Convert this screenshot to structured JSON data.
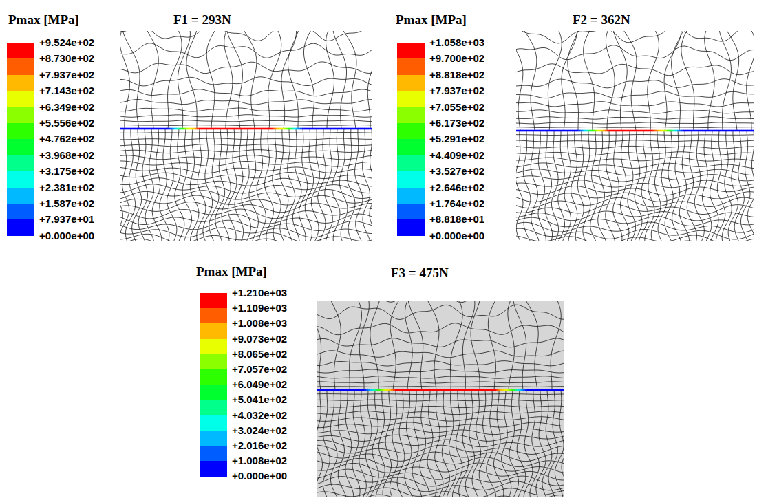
{
  "diagram": {
    "labels": [
      "Pmax [MPa]",
      "F1 = 293N",
      "+0.000e+00",
      "Pmax [MPa]",
      "F2 = 362N",
      "+0.000e+00",
      "Pmax [MPa]",
      "F3 = 475N",
      "+0.000e+00"
    ],
    "legend": [
      {
        "text": "+9.524e+02",
        "color": "#ff0000"
      },
      {
        "text": "+8.730e+02",
        "color": "#ff5d00"
      },
      {
        "text": "+7.937e+02",
        "color": "#ffb900"
      },
      {
        "text": "+7.143e+02",
        "color": "#e8ff00"
      },
      {
        "text": "+6.349e+02",
        "color": "#8bff00"
      },
      {
        "text": "+5.556e+02",
        "color": "#2eff00"
      },
      {
        "text": "+4.762e+02",
        "color": "#00ff2e"
      },
      {
        "text": "+3.968e+02",
        "color": "#00ff8b"
      },
      {
        "text": "+3.175e+02",
        "color": "#00ffe8"
      },
      {
        "text": "+2.381e+02",
        "color": "#00b9ff"
      },
      {
        "text": "+1.587e+02",
        "color": "#005dff"
      },
      {
        "text": "+7.937e+01",
        "color": "#0000ff"
      },
      {
        "text": "+1.058e+03",
        "color": "#ff0000"
      },
      {
        "text": "+9.700e+02",
        "color": "#ff5d00"
      },
      {
        "text": "+8.818e+02",
        "color": "#ffb900"
      },
      {
        "text": "+7.937e+02",
        "color": "#e8ff00"
      },
      {
        "text": "+7.055e+02",
        "color": "#8bff00"
      },
      {
        "text": "+6.173e+02",
        "color": "#2eff00"
      },
      {
        "text": "+5.291e+02",
        "color": "#00ff2e"
      },
      {
        "text": "+4.409e+02",
        "color": "#00ff8b"
      },
      {
        "text": "+3.527e+02",
        "color": "#00ffe8"
      },
      {
        "text": "+2.646e+02",
        "color": "#00b9ff"
      },
      {
        "text": "+1.764e+02",
        "color": "#005dff"
      },
      {
        "text": "+8.818e+01",
        "color": "#0000ff"
      },
      {
        "text": "+1.210e+03",
        "color": "#ff0000"
      },
      {
        "text": "+1.109e+03",
        "color": "#ff5d00"
      },
      {
        "text": "+1.008e+03",
        "color": "#ffb900"
      },
      {
        "text": "+9.073e+02",
        "color": "#e8ff00"
      },
      {
        "text": "+8.065e+02",
        "color": "#8bff00"
      },
      {
        "text": "+7.057e+02",
        "color": "#2eff00"
      },
      {
        "text": "+6.049e+02",
        "color": "#00ff2e"
      },
      {
        "text": "+5.041e+02",
        "color": "#00ff8b"
      },
      {
        "text": "+4.032e+02",
        "color": "#00ffe8"
      },
      {
        "text": "+3.024e+02",
        "color": "#00b9ff"
      },
      {
        "text": "+2.016e+02",
        "color": "#005dff"
      },
      {
        "text": "+1.008e+02",
        "color": "#0000ff"
      }
    ]
  }
}
